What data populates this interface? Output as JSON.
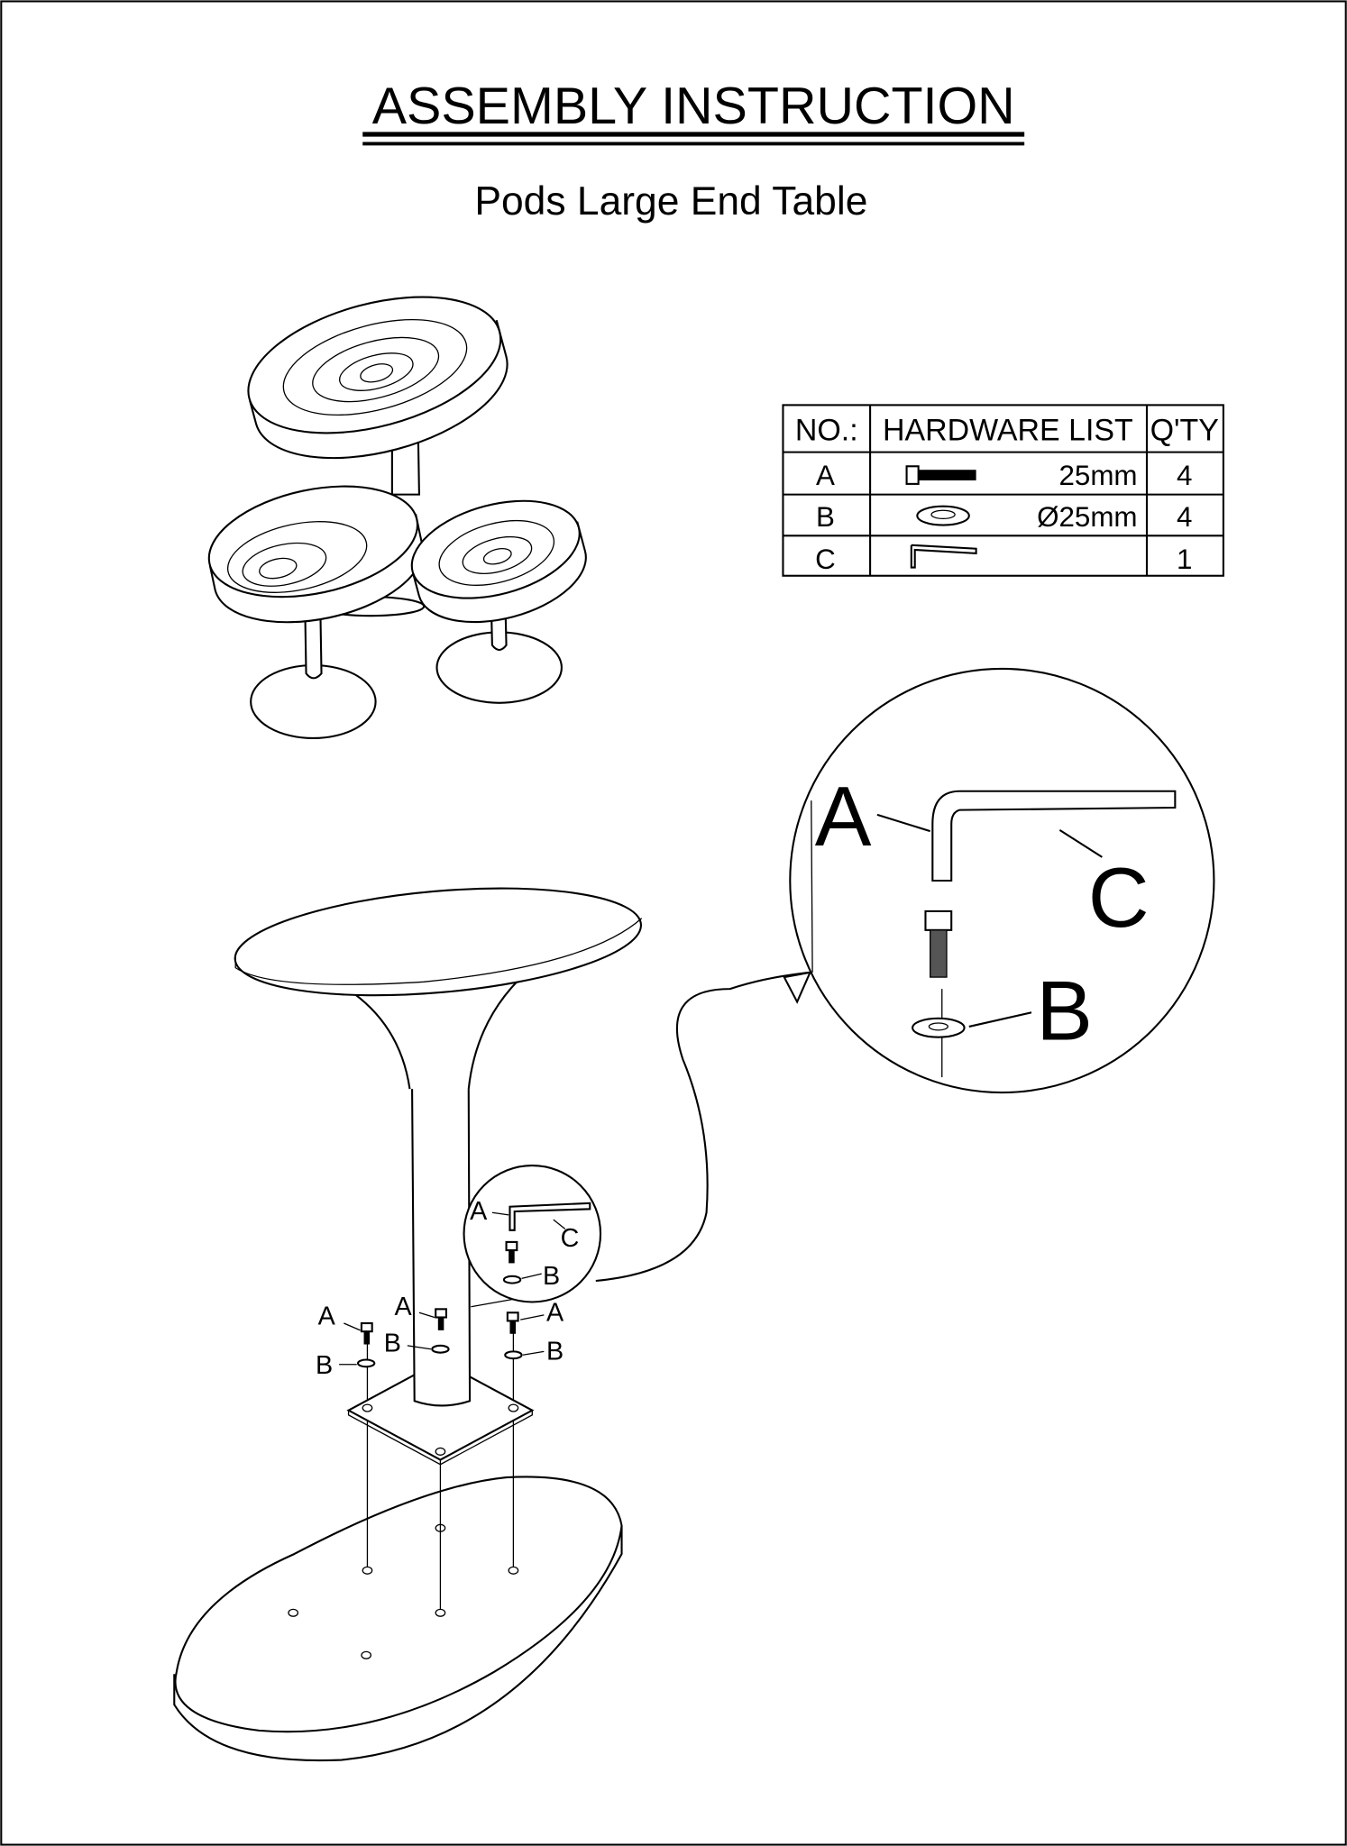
{
  "header": {
    "title": "ASSEMBLY INSTRUCTION",
    "subtitle": "Pods Large End Table"
  },
  "hardware_table": {
    "headers": [
      "NO.:",
      "HARDWARE LIST",
      "Q'TY"
    ],
    "rows": [
      {
        "no": "A",
        "icon": "bolt-icon",
        "size": "25mm",
        "qty": "4"
      },
      {
        "no": "B",
        "icon": "washer-icon",
        "size": "Ø25mm",
        "qty": "4"
      },
      {
        "no": "C",
        "icon": "allen-key-icon",
        "size": "",
        "qty": "1"
      }
    ]
  },
  "labels": {
    "a": "A",
    "b": "B",
    "c": "C"
  }
}
